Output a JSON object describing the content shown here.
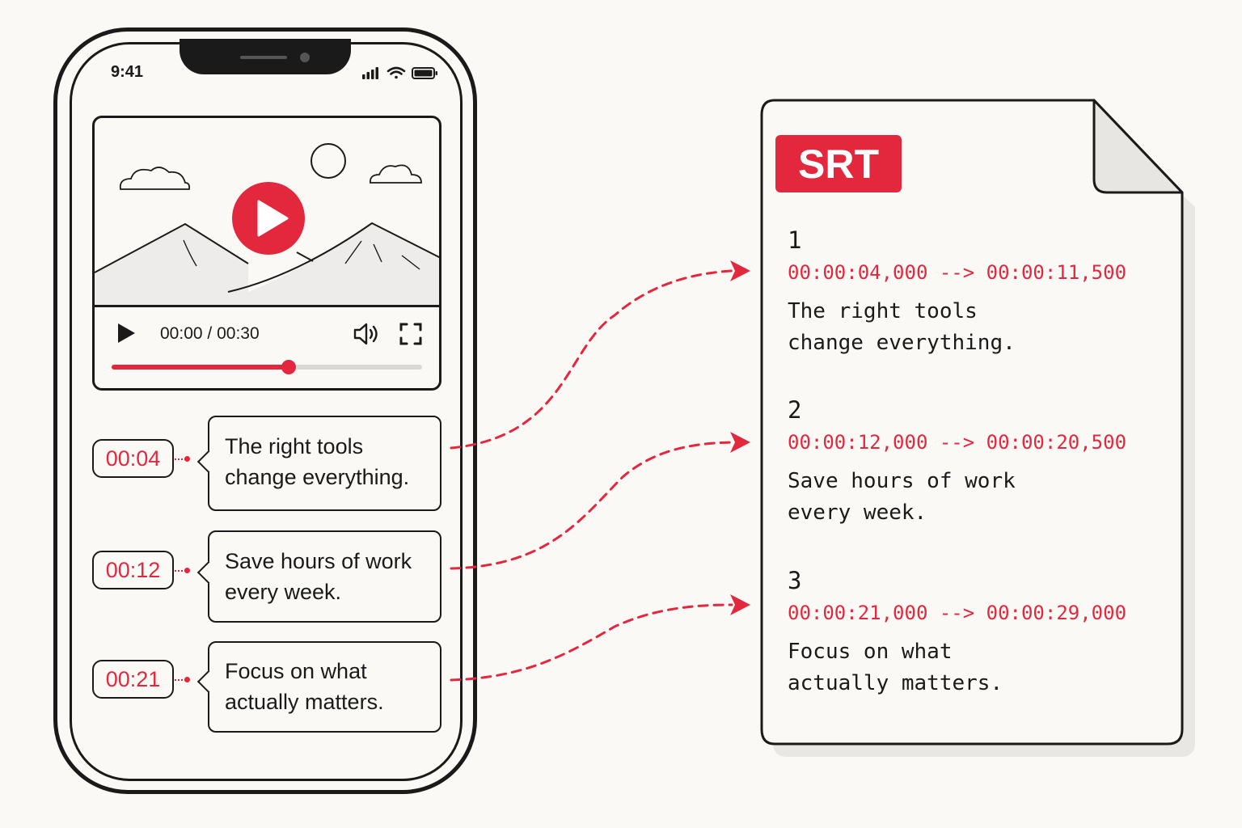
{
  "phone": {
    "status_time": "9:41",
    "icons": [
      "signal-icon",
      "wifi-icon",
      "battery-icon"
    ]
  },
  "player": {
    "current_time": "00:00",
    "separator": "/",
    "duration": "00:30",
    "progress_fraction": 0.57,
    "icons": [
      "play-button-icon",
      "play-icon",
      "volume-icon",
      "fullscreen-icon"
    ]
  },
  "captions": [
    {
      "timestamp": "00:04",
      "lines": [
        "The right tools",
        "change everything."
      ]
    },
    {
      "timestamp": "00:12",
      "lines": [
        "Save hours of work",
        "every week."
      ]
    },
    {
      "timestamp": "00:21",
      "lines": [
        "Focus on what",
        "actually matters."
      ]
    }
  ],
  "srt": {
    "label": "SRT",
    "cues": [
      {
        "index": "1",
        "timing": "00:00:04,000 --> 00:00:11,500",
        "lines": [
          "The right tools",
          "change everything."
        ]
      },
      {
        "index": "2",
        "timing": "00:00:12,000 --> 00:00:20,500",
        "lines": [
          "Save hours of work",
          "every week."
        ]
      },
      {
        "index": "3",
        "timing": "00:00:21,000 --> 00:00:29,000",
        "lines": [
          "Focus on what",
          "actually matters."
        ]
      }
    ]
  },
  "colors": {
    "accent": "#e3283e",
    "ink": "#1a1a1a",
    "background": "#faf9f6"
  }
}
